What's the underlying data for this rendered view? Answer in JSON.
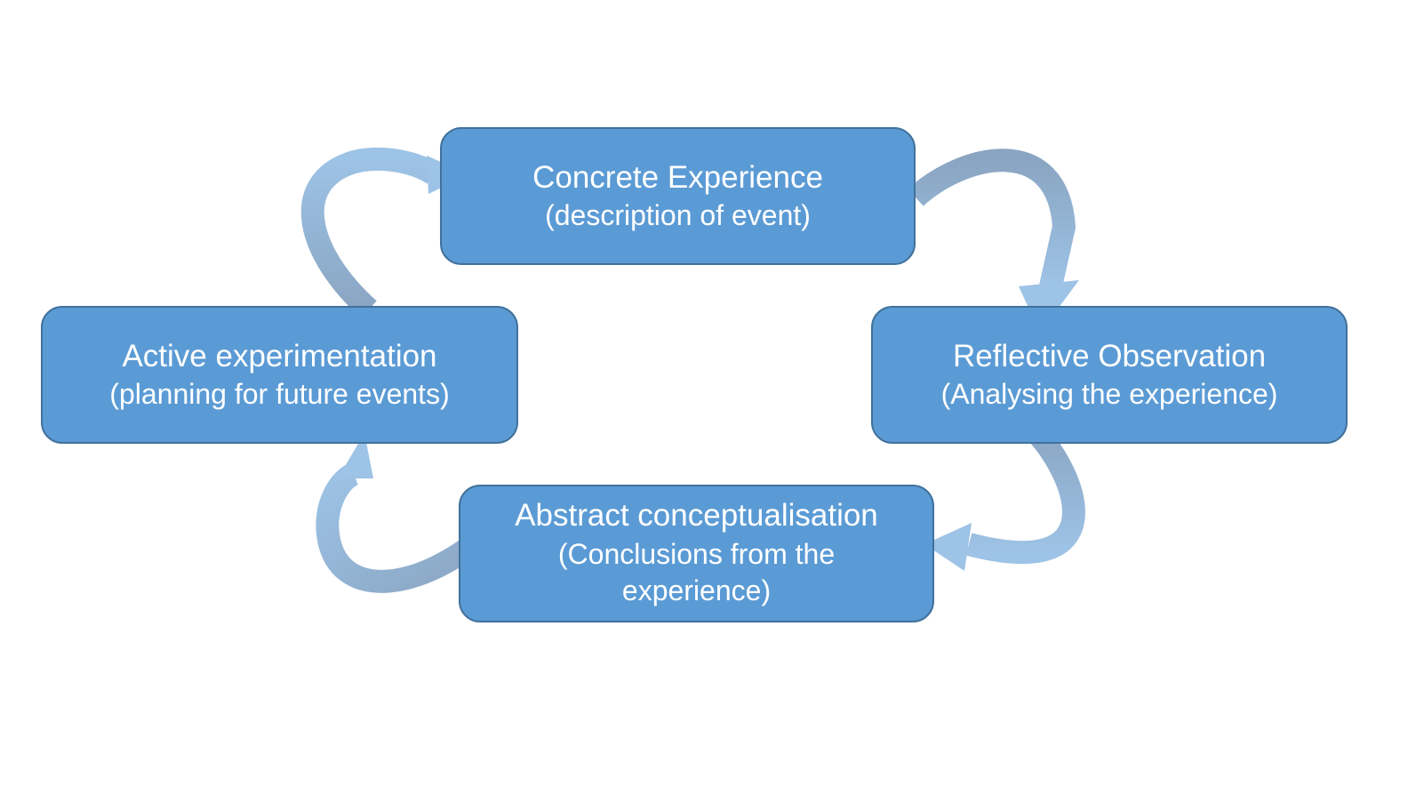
{
  "diagram": {
    "stages": {
      "concrete": {
        "title": "Concrete Experience",
        "description": "(description of event)"
      },
      "reflective": {
        "title": "Reflective Observation",
        "description": "(Analysing the experience)"
      },
      "abstract": {
        "title": "Abstract conceptualisation",
        "description": "(Conclusions from the experience)"
      },
      "active": {
        "title": "Active experimentation",
        "description": "(planning for future events)"
      }
    },
    "colors": {
      "box_fill": "#5b9bd5",
      "box_border": "#41719c",
      "text": "#ffffff",
      "arrow_tail": "#8aa5c2",
      "arrow_head": "#9dc3e6"
    }
  }
}
